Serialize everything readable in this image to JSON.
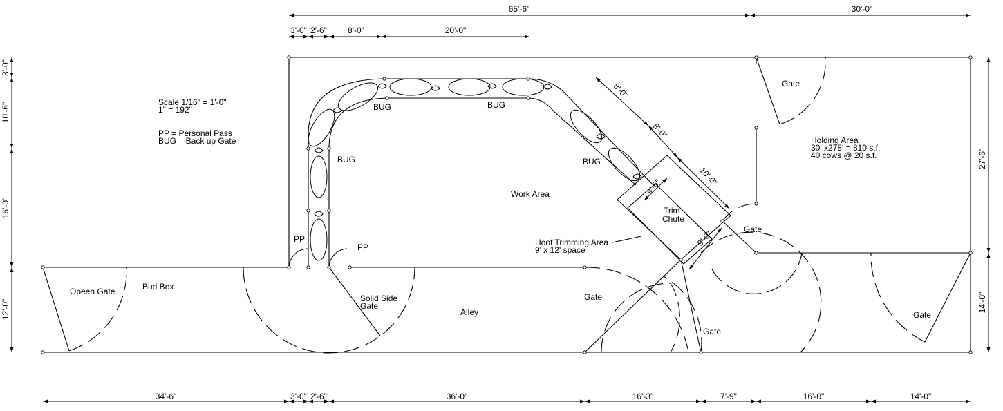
{
  "notes": {
    "scale": "Scale 1/16\" = 1'-0\"",
    "scale2": "1\" = 192\"",
    "legend_pp": "PP = Personal Pass",
    "legend_bug": "BUG = Back up Gate"
  },
  "labels": {
    "work_area": "Work Area",
    "alley": "Alley",
    "bud_box": "Bud Box",
    "open_gate": "Opeen Gate",
    "solid_side_gate_1": "Solid Side",
    "solid_side_gate_2": "Gate",
    "pp_left": "PP",
    "pp_right": "PP",
    "bug_top_left": "BUG",
    "bug_top_right": "BUG",
    "bug_left": "BUG",
    "bug_right": "BUG",
    "trim_chute_1": "Trim",
    "trim_chute_2": "Chute",
    "hoof_1": "Hoof Trimming Area",
    "hoof_2": "9' x 12' space",
    "holding_1": "Holding Area",
    "holding_2": "30' x278' = 810 s.f.",
    "holding_3": "40 cows @ 20 s.f.",
    "gate_top": "Gate",
    "gate_mid": "Gate",
    "gate_alley": "Gate",
    "gate_bottom": "Gate",
    "gate_right": "Gate"
  },
  "dimensions": {
    "top_total": "65'-6\"",
    "top_right": "30'-0\"",
    "top_3": "3'-0\"",
    "top_2_6": "2'-6\"",
    "top_8": "8'-0\"",
    "top_20": "20'-0\"",
    "left_3": "3'-0\"",
    "left_10_6": "10'-6\"",
    "left_16": "16'-0\"",
    "left_12": "12'-0\"",
    "right_27_6": "27'-6\"",
    "right_14": "14'-0\"",
    "diag_8a": "8'-0\"",
    "diag_8b": "8'-0\"",
    "diag_10": "10'-0\"",
    "chute_4_6": "4'-6\"",
    "chute_9": "9'-0\"",
    "bottom_34_6": "34'-6\"",
    "bottom_3": "3'-0\"",
    "bottom_2_6": "2'-6\"",
    "bottom_36": "36'-0\"",
    "bottom_16_3": "16'-3\"",
    "bottom_7_9": "7'-9\"",
    "bottom_16": "16'-0\"",
    "bottom_14": "14'-0\""
  }
}
